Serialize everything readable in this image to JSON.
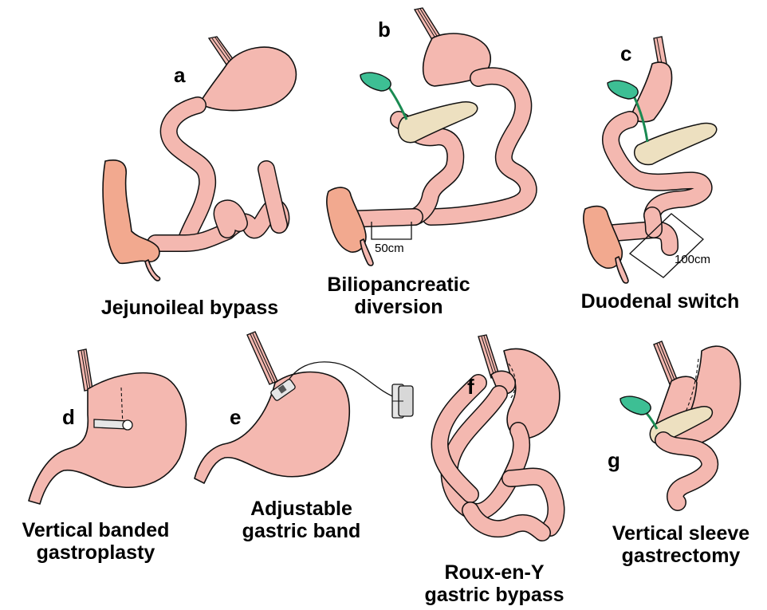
{
  "panels": {
    "a": {
      "letter": "a",
      "caption_lines": [
        "Jejunoileal bypass"
      ]
    },
    "b": {
      "letter": "b",
      "caption_lines": [
        "Biliopancreatic",
        "diversion"
      ],
      "measure": "50cm"
    },
    "c": {
      "letter": "c",
      "caption_lines": [
        "Duodenal switch"
      ],
      "measure": "100cm"
    },
    "d": {
      "letter": "d",
      "caption_lines": [
        "Vertical banded",
        "gastroplasty"
      ]
    },
    "e": {
      "letter": "e",
      "caption_lines": [
        "Adjustable",
        "gastric band"
      ]
    },
    "f": {
      "letter": "f",
      "caption_lines": [
        "Roux-en-Y",
        "gastric bypass"
      ]
    },
    "g": {
      "letter": "g",
      "caption_lines": [
        "Vertical sleeve",
        "gastrectomy"
      ]
    }
  },
  "colors": {
    "stomach": "#f4b8b0",
    "colon": "#f2a98f",
    "pancreas": "#ede0c0",
    "gallbladder": "#3dbf94",
    "bile_duct": "#1a8a52",
    "outline": "#111111"
  }
}
